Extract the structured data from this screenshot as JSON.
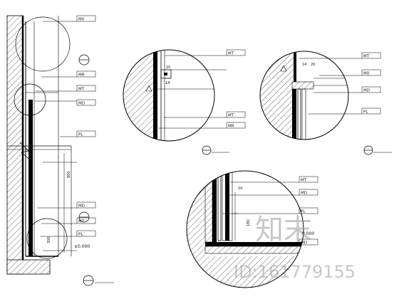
{
  "tags": {
    "MT": "MT",
    "MR": "MR",
    "PL": "PL",
    "MD": "MD",
    "M0": "M0"
  },
  "section": {
    "dim_height": "800",
    "dim_small": "300",
    "level": "±0.000"
  },
  "detail_a": {
    "dim_top": "10",
    "dim_side": "14"
  },
  "detail_b": {
    "dim_top": "14",
    "dim_side": "20"
  },
  "detail_c": {
    "dim_top": "10",
    "dim_side": "180",
    "level": "0.000"
  },
  "watermark": {
    "site_name": "知末",
    "id_text": "ID:161779155"
  },
  "colors": {
    "line": "#000000",
    "hatch": "#555555",
    "watermark": "#9a9a9a"
  }
}
